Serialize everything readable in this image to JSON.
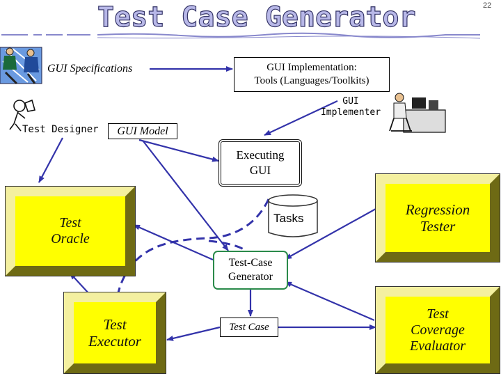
{
  "title": "Test Case Generator",
  "page_number": "22",
  "labels": {
    "gui_specifications": "GUI Specifications",
    "test_designer": "Test Designer",
    "gui_model": "GUI Model",
    "gui_implementer_line1": "GUI",
    "gui_implementer_line2": "Implementer",
    "gui_implementation_line1": "GUI Implementation:",
    "gui_implementation_line2": "Tools (Languages/Toolkits)",
    "executing_gui_line1": "Executing",
    "executing_gui_line2": "GUI",
    "tasks": "Tasks",
    "test_case_generator_line1": "Test-Case",
    "test_case_generator_line2": "Generator",
    "test_case": "Test Case",
    "test_oracle_line1": "Test",
    "test_oracle_line2": "Oracle",
    "regression_tester_line1": "Regression",
    "regression_tester_line2": "Tester",
    "test_executor_line1": "Test",
    "test_executor_line2": "Executor",
    "coverage_evaluator_line1": "Test",
    "coverage_evaluator_line2": "Coverage",
    "coverage_evaluator_line3": "Evaluator"
  },
  "colors": {
    "arrow": "#3333aa",
    "box_fill": "#ffff00",
    "title_fill": "#b8b8e8"
  }
}
